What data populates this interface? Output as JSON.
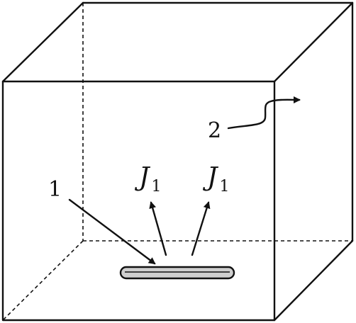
{
  "labels": {
    "sample": "1",
    "chamber": "2",
    "flux_left_symbol": "J",
    "flux_left_sub": "1",
    "flux_right_symbol": "J",
    "flux_right_sub": "1"
  }
}
